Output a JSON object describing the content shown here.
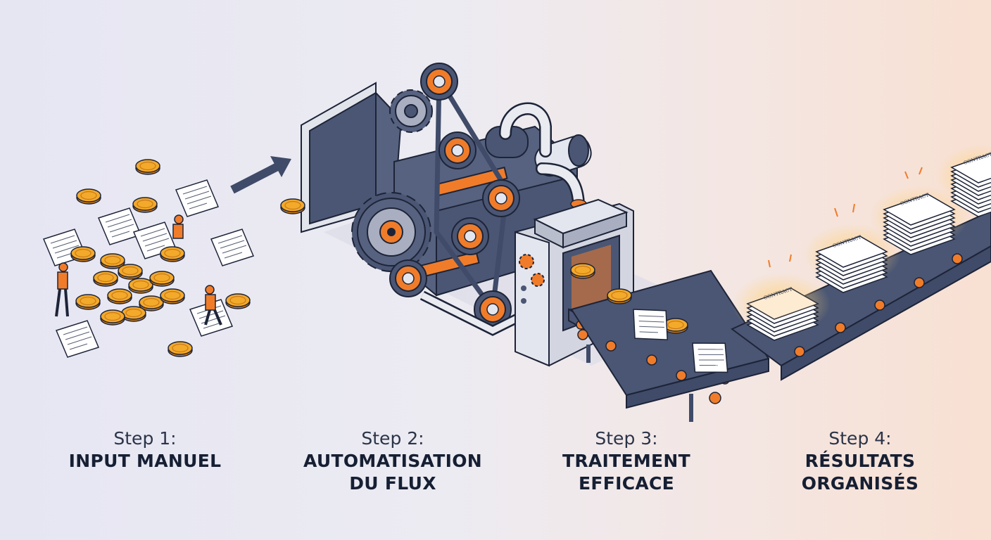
{
  "steps": [
    {
      "number": "Step 1:",
      "title": "INPUT MANUEL"
    },
    {
      "number": "Step 2:",
      "title": "AUTOMATISATION\nDU FLUX"
    },
    {
      "number": "Step 3:",
      "title": "TRAITEMENT\nEFFICACE"
    },
    {
      "number": "Step 4:",
      "title": "RÉSULTATS\nORGANISÉS"
    }
  ],
  "document_label": "CONTRACT",
  "colors": {
    "navy": "#3f4b68",
    "orange": "#f07c2a",
    "gold": "#f2a623",
    "metal": "#c8ccd8",
    "outline": "#1d2438"
  }
}
